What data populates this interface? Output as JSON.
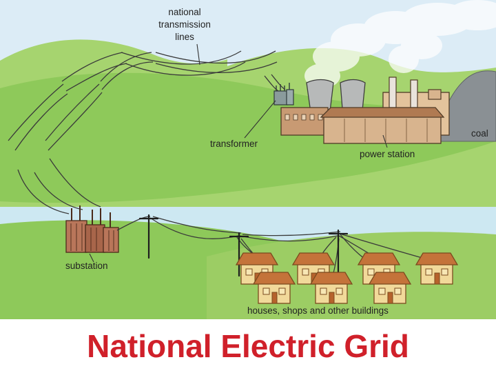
{
  "title": "National Electric Grid",
  "labels": {
    "transmission_lines": [
      "national",
      "transmission",
      "lines"
    ],
    "transformer": "transformer",
    "power_station": "power station",
    "coal": "coal",
    "substation": "substation",
    "buildings": "houses, shops and other buildings"
  },
  "colors": {
    "sky": "#dcecf6",
    "hill": "#8ec95a",
    "hill_light": "#a6d46f",
    "water": "#cde8f2",
    "wall": "#d8b48e",
    "house_roof": "#c4733a",
    "house_wall": "#f1d99a",
    "title": "#d0202a"
  }
}
